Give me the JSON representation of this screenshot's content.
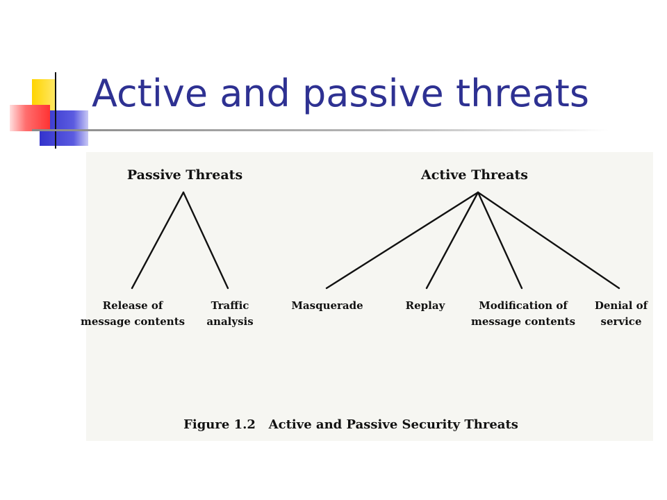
{
  "slide": {
    "title": "Active and passive threats"
  },
  "diagram": {
    "passive": {
      "heading": "Passive Threats",
      "children": [
        {
          "line1": "Release of",
          "line2": "message contents"
        },
        {
          "line1": "Traffic",
          "line2": "analysis"
        }
      ]
    },
    "active": {
      "heading": "Active Threats",
      "children": [
        {
          "line1": "Masquerade",
          "line2": ""
        },
        {
          "line1": "Replay",
          "line2": ""
        },
        {
          "line1": "Modification of",
          "line2": "message contents"
        },
        {
          "line1": "Denial of",
          "line2": "service"
        }
      ]
    },
    "caption": "Figure 1.2   Active and Passive Security Threats"
  },
  "colors": {
    "title": "#2e3192",
    "deco_yellow": "#ffd400",
    "deco_blue": "#3333cc",
    "deco_red": "#ff3333"
  }
}
